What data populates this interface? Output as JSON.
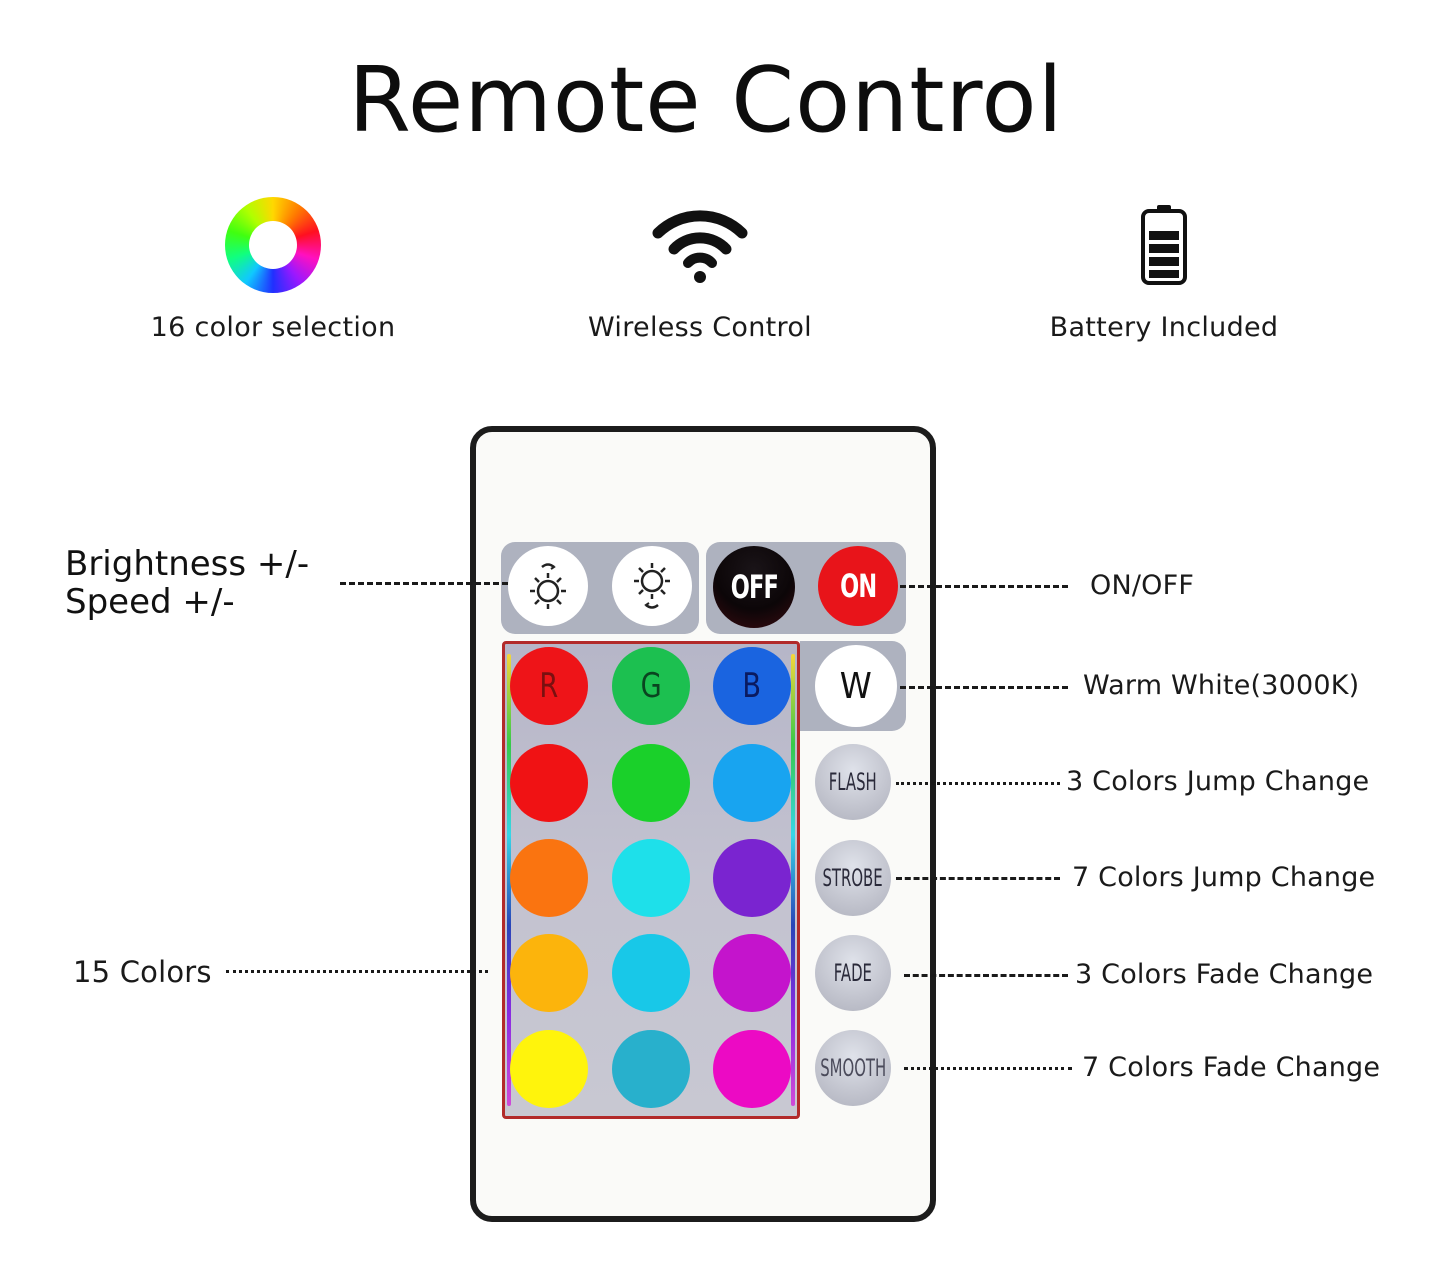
{
  "title": "Remote Control",
  "features": [
    {
      "icon": "color-wheel-icon",
      "label": "16 color selection"
    },
    {
      "icon": "wifi-icon",
      "label": "Wireless Control"
    },
    {
      "icon": "battery-icon",
      "label": "Battery Included"
    }
  ],
  "remote": {
    "top_row": [
      {
        "name": "brightness-up-button",
        "icon": "sun-up-icon"
      },
      {
        "name": "brightness-down-button",
        "icon": "sun-down-icon"
      },
      {
        "name": "off-button",
        "label": "OFF",
        "color": "#120a0c"
      },
      {
        "name": "on-button",
        "label": "ON",
        "color": "#e8141a"
      }
    ],
    "color_buttons": [
      {
        "label": "R",
        "color": "#ee1418"
      },
      {
        "label": "G",
        "color": "#1cc050"
      },
      {
        "label": "B",
        "color": "#1a64e0"
      },
      {
        "label": "",
        "color": "#f01214"
      },
      {
        "label": "",
        "color": "#1ad02a"
      },
      {
        "label": "",
        "color": "#18a4f0"
      },
      {
        "label": "",
        "color": "#fa7410"
      },
      {
        "label": "",
        "color": "#1ee0ea"
      },
      {
        "label": "",
        "color": "#7a24d0"
      },
      {
        "label": "",
        "color": "#fcb40c"
      },
      {
        "label": "",
        "color": "#18c8e8"
      },
      {
        "label": "",
        "color": "#c414cc"
      },
      {
        "label": "",
        "color": "#fff40c"
      },
      {
        "label": "",
        "color": "#28b0cc"
      },
      {
        "label": "",
        "color": "#ec0ac4"
      }
    ],
    "white_button": {
      "label": "W"
    },
    "mode_buttons": [
      {
        "label": "FLASH"
      },
      {
        "label": "STROBE"
      },
      {
        "label": "FADE"
      },
      {
        "label": "SMOOTH"
      }
    ]
  },
  "callouts": {
    "brightness_line1": "Brightness +/-",
    "brightness_line2": "Speed +/-",
    "onoff": "ON/OFF",
    "warm_white": "Warm White(3000K)",
    "flash": "3 Colors Jump Change",
    "strobe": "7 Colors Jump Change",
    "fade": "3 Colors Fade Change",
    "smooth": "7 Colors Fade Change",
    "colors": "15 Colors"
  }
}
